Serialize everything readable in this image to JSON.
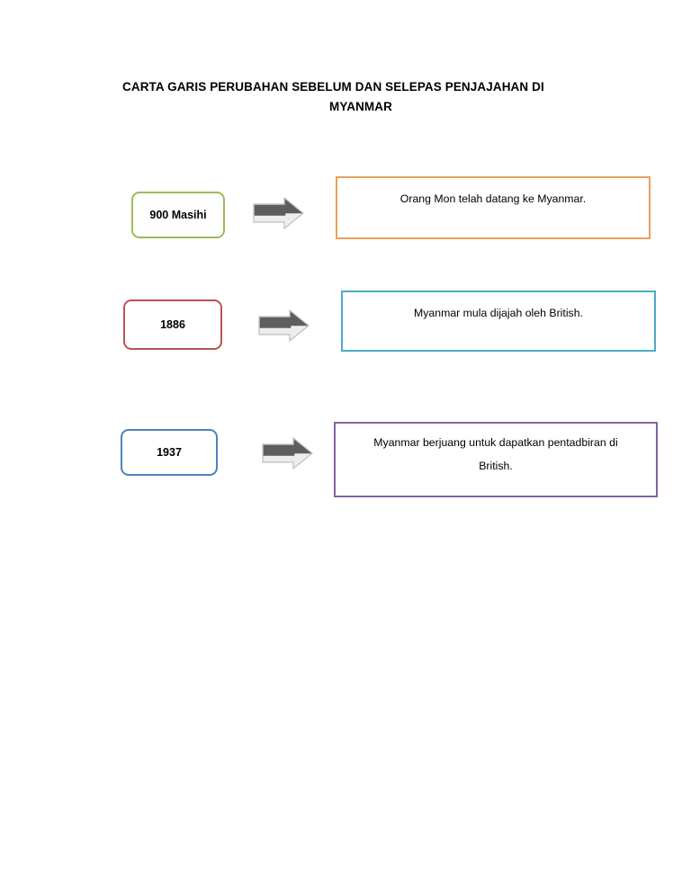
{
  "document": {
    "title_line1": "CARTA GARIS PERUBAHAN SEBELUM DAN SELEPAS PENJAJAHAN DI",
    "title_line2": "MYANMAR"
  },
  "colors": {
    "green": "#9BBB59",
    "orange": "#E8A05C",
    "red": "#B85450",
    "teal": "#4BACC6",
    "blue": "#4F81BD",
    "purple": "#8064A2",
    "arrow_dark": "#5E5E5E",
    "arrow_light": "#EDEDED",
    "arrow_outline": "#BFBFBF",
    "text": "#000000",
    "background": "#FFFFFF"
  },
  "timeline": {
    "rows": [
      {
        "year": "900 Masihi",
        "year_border_color": "#9BBB59",
        "arrow_name": "right-arrow-icon",
        "event_lines": [
          "Orang Mon telah datang ke Myanmar."
        ],
        "event_border_color": "#E8A05C"
      },
      {
        "year": "1886",
        "year_border_color": "#B85450",
        "arrow_name": "right-arrow-icon",
        "event_lines": [
          "Myanmar mula dijajah oleh British."
        ],
        "event_border_color": "#4BACC6"
      },
      {
        "year": "1937",
        "year_border_color": "#4F81BD",
        "arrow_name": "right-arrow-icon",
        "event_lines": [
          "Myanmar berjuang untuk dapatkan pentadbiran di",
          "British."
        ],
        "event_border_color": "#8064A2"
      }
    ]
  }
}
